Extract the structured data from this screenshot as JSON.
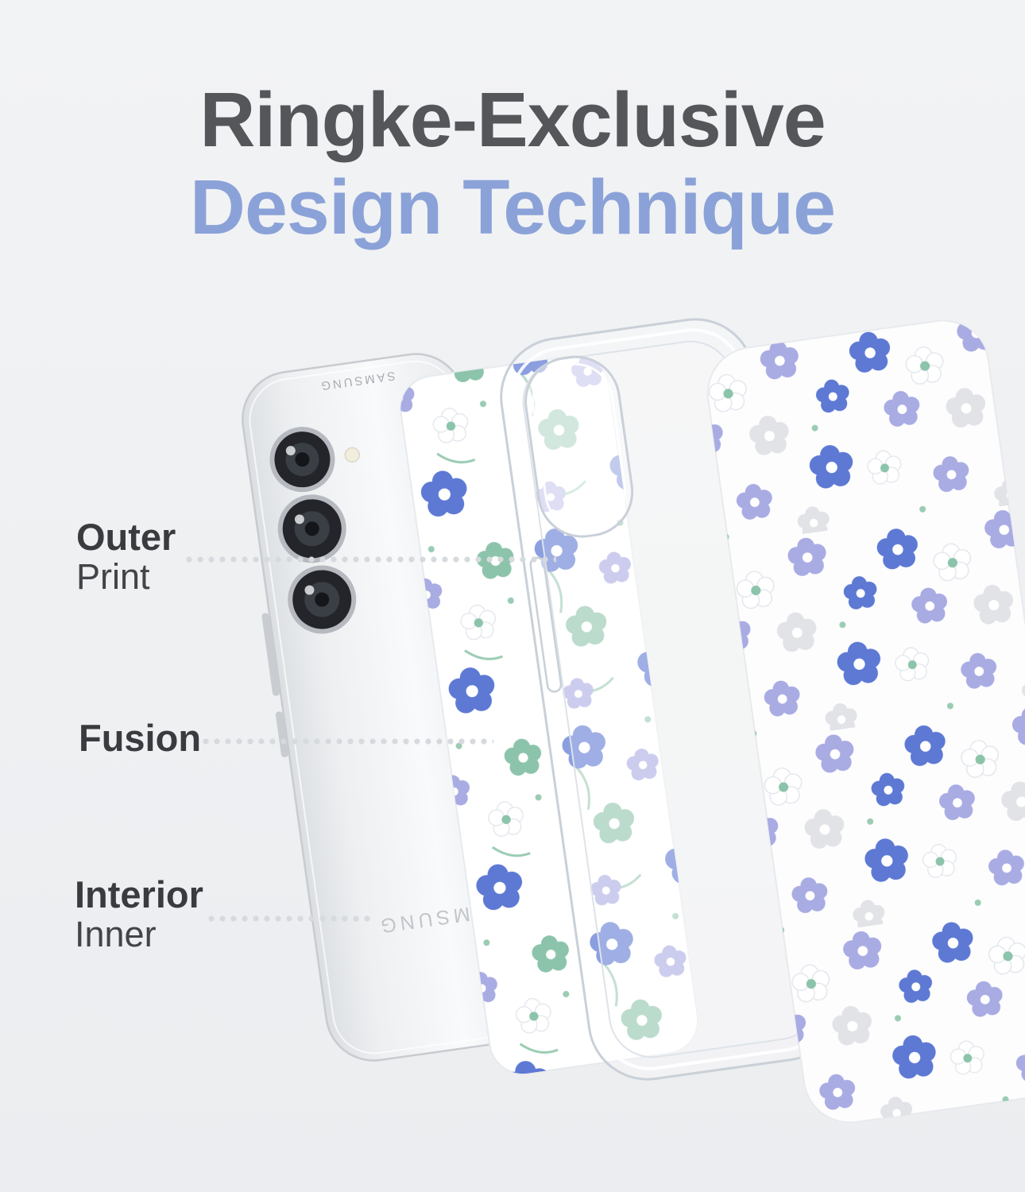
{
  "title": {
    "line1": "Ringke-Exclusive",
    "line2": "Design Technique"
  },
  "callouts": [
    {
      "label": "Outer",
      "sublabel": "Print"
    },
    {
      "label": "Fusion",
      "sublabel": ""
    },
    {
      "label": "Interior",
      "sublabel": "Inner"
    }
  ],
  "phone": {
    "brand": "SAMSUNG"
  },
  "colors": {
    "background": "#eef0f2",
    "title_primary": "#55565a",
    "title_accent": "#8ba2d8",
    "label_text": "#3a3b3e",
    "leader_dot": "#d6dade",
    "flower_blue": "#5d79d4",
    "flower_lavender": "#a9ace3",
    "flower_green": "#8cc4ab",
    "flower_gray": "#e2e3e7",
    "flower_white": "#ffffff"
  }
}
